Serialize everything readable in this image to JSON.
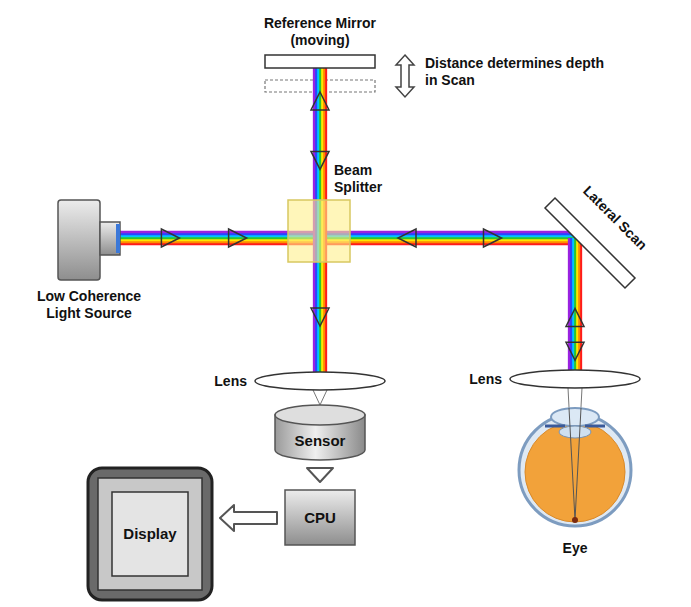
{
  "diagram": {
    "nodes": [
      {
        "text": [
          "Reference Mirror (moving)"
        ]
      },
      {
        "text": [
          "Beam Splitter"
        ]
      },
      {
        "text": [
          "Low Coherence Light Source"
        ]
      },
      {
        "text": [
          "Lateral Scan"
        ]
      },
      {
        "text": [
          "Lens"
        ]
      },
      {
        "text": [
          "Lens"
        ]
      },
      {
        "text": [
          "Sensor"
        ]
      },
      {
        "text": [
          "CPU"
        ]
      },
      {
        "text": [
          "Display"
        ]
      },
      {
        "text": [
          "Eye"
        ]
      }
    ],
    "edges": [
      {
        "from": 2,
        "to": 1,
        "arrow": "to"
      },
      {
        "from": 1,
        "to": 0,
        "arrow": "both"
      },
      {
        "from": 1,
        "to": 3,
        "arrow": "both"
      },
      {
        "from": 3,
        "to": 5,
        "arrow": "both"
      },
      {
        "from": 5,
        "to": 9,
        "arrow": "none"
      },
      {
        "from": 1,
        "to": 4,
        "arrow": "to"
      },
      {
        "from": 4,
        "to": 6,
        "arrow": "none"
      },
      {
        "from": 6,
        "to": 7,
        "arrow": "to"
      },
      {
        "from": 7,
        "to": 8,
        "arrow": "to"
      }
    ],
    "labels": [
      "Distance determines depth in Scan"
    ]
  }
}
